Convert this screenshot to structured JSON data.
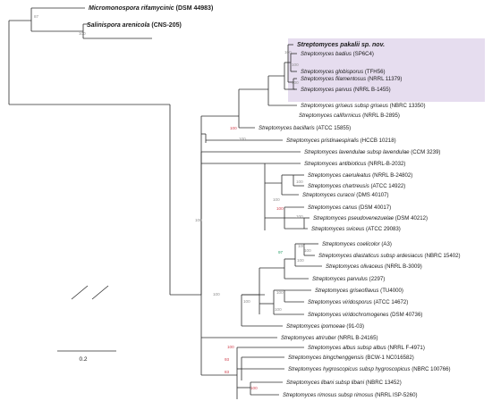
{
  "colors": {
    "branch": "#2b2b2b",
    "highlight": "#e6ddef",
    "outgroup_text": "#3a1f8c",
    "support_red": "#d0424f",
    "support_gray": "#8e8e8e",
    "support_green": "#2aa06a"
  },
  "outgroups": [
    {
      "id": "micromonospora",
      "genus": "Micromonospora",
      "species": "rifamycinic",
      "strain": "(DSM 44983)"
    },
    {
      "id": "salinispora",
      "genus": "Salinispora",
      "species": "arenicola",
      "strain": "(CNS-205)"
    }
  ],
  "taxa": [
    {
      "id": "t_pakalii",
      "genus": "Streptomyces",
      "species": "pakalii sp. nov.",
      "strain": "",
      "bold": true
    },
    {
      "id": "t_badius",
      "genus": "Streptomyces",
      "species": "badius",
      "strain": "(SP6C4)"
    },
    {
      "id": "t_globisporus",
      "genus": "Streptomyces",
      "species": "globisporus",
      "strain": "(TFH56)"
    },
    {
      "id": "t_filamentosus",
      "genus": "Streptomyces",
      "species": "filamentosus",
      "strain": "(NRRL 11379)"
    },
    {
      "id": "t_parvus",
      "genus": "Streptomyces",
      "species": "parvus",
      "strain": "(NRRL B-1455)"
    },
    {
      "id": "t_griseus",
      "genus": "Streptomyces",
      "species": "griseus subsp griseus",
      "strain": "(NBRC 13350)"
    },
    {
      "id": "t_californicus",
      "genus": "Streptomyces",
      "species": "californicus",
      "strain": "(NRRL B-2895)"
    },
    {
      "id": "t_bacillaris",
      "genus": "Streptomyces",
      "species": "bacillaris",
      "strain": "(ATCC 15855)"
    },
    {
      "id": "t_pristinaespiralis",
      "genus": "Streptomyces",
      "species": "pristinaespiralis",
      "strain": "(HCCB 10218)"
    },
    {
      "id": "t_lavendulae",
      "genus": "Streptomyces",
      "species": "lavendulae subsp lavendulae",
      "strain": "(CCM 3239)"
    },
    {
      "id": "t_antibioticus",
      "genus": "Streptomyces",
      "species": "antibioticus",
      "strain": "(NRRL-B-2032)"
    },
    {
      "id": "t_caeruleatus",
      "genus": "Streptomyces",
      "species": "caeruleatus",
      "strain": "(NRRL B-24802)"
    },
    {
      "id": "t_chartreusis",
      "genus": "Streptomyces",
      "species": "chartreusis",
      "strain": "(ATCC 14922)"
    },
    {
      "id": "t_curacoi",
      "genus": "Streptomyces",
      "species": "curacoi",
      "strain": "(DMS 40107)"
    },
    {
      "id": "t_canus",
      "genus": "Streptomyces",
      "species": "canus",
      "strain": "(DSM 40017)"
    },
    {
      "id": "t_pseudovenezuelae",
      "genus": "Streptomyces",
      "species": "pseudovenezuelae",
      "strain": "(DSM 40212)"
    },
    {
      "id": "t_sviceus",
      "genus": "Streptomyces",
      "species": "sviceus",
      "strain": "(ATCC 29083)"
    },
    {
      "id": "t_coelicolor",
      "genus": "Streptomyces",
      "species": "coelicolor",
      "strain": "(A3)"
    },
    {
      "id": "t_diastaticus",
      "genus": "Streptomyces",
      "species": "diastaticus subsp ardesiacus",
      "strain": "(NBRC 15402)"
    },
    {
      "id": "t_olivaceus",
      "genus": "Streptomyces",
      "species": "olivaceus",
      "strain": "(NRRL B-3009)"
    },
    {
      "id": "t_parvulus",
      "genus": "Streptomyces",
      "species": "parvulus",
      "strain": "(2297)"
    },
    {
      "id": "t_griseoflavus",
      "genus": "Streptomyces",
      "species": "griseoflavus",
      "strain": "(TU4000)"
    },
    {
      "id": "t_viridosporus",
      "genus": "Streptomyces",
      "species": "viridosporus",
      "strain": "(ATCC 14672)"
    },
    {
      "id": "t_viridochromogenes",
      "genus": "Streptomyces",
      "species": "viridochromogenes",
      "strain": "(DSM 40736)"
    },
    {
      "id": "t_ipomoeae",
      "genus": "Streptomyces",
      "species": "ipomoeae",
      "strain": "(91-03)"
    },
    {
      "id": "t_atriruber",
      "genus": "Streptomyces",
      "species": "atriruber",
      "strain": "(NRRL B-24165)"
    },
    {
      "id": "t_albus",
      "genus": "Streptomyces",
      "species": "albus subsp albus",
      "strain": "(NRRL F-4971)"
    },
    {
      "id": "t_bingchenggensis",
      "genus": "Streptomyces",
      "species": "bingchenggensis",
      "strain": "(BCW-1 NC016582)"
    },
    {
      "id": "t_hygroscopicus",
      "genus": "Streptomyces",
      "species": "hygroscopicus subsp hygroscopicus",
      "strain": "(NBRC 100766)"
    },
    {
      "id": "t_libani",
      "genus": "Streptomyces",
      "species": "libani subsp libani",
      "strain": "(NBRC 13452)"
    },
    {
      "id": "t_rimosus",
      "genus": "Streptomyces",
      "species": "rimosus subsp rimosus",
      "strain": "(NRRL ISP-5260)"
    }
  ],
  "support": [
    {
      "id": "s_out_micro",
      "value": "87",
      "color": "gray"
    },
    {
      "id": "s_out_sal",
      "value": "100",
      "color": "gray"
    },
    {
      "id": "s_pak_top",
      "value": "100",
      "color": "gray"
    },
    {
      "id": "s_badius_glob",
      "value": "100",
      "color": "gray"
    },
    {
      "id": "s_filament",
      "value": "100",
      "color": "gray"
    },
    {
      "id": "s_bacillaris",
      "value": "100",
      "color": "red"
    },
    {
      "id": "s_pristin",
      "value": "100",
      "color": "gray"
    },
    {
      "id": "s_main",
      "value": "100",
      "color": "gray"
    },
    {
      "id": "s_caeru_chart",
      "value": "100",
      "color": "gray"
    },
    {
      "id": "s_canus",
      "value": "100",
      "color": "gray"
    },
    {
      "id": "s_clade_c",
      "value": "100",
      "color": "red"
    },
    {
      "id": "s_pseudo",
      "value": "100",
      "color": "gray"
    },
    {
      "id": "s_coel_diast",
      "value": "100",
      "color": "gray"
    },
    {
      "id": "s_coelicolor",
      "value": "100",
      "color": "gray"
    },
    {
      "id": "s_diast_oliv",
      "value": "100",
      "color": "gray"
    },
    {
      "id": "s_green",
      "value": "97",
      "color": "green"
    },
    {
      "id": "s_grisv",
      "value": "100",
      "color": "gray"
    },
    {
      "id": "s_viridochrom",
      "value": "100",
      "color": "gray"
    },
    {
      "id": "s_big",
      "value": "100",
      "color": "gray"
    },
    {
      "id": "s_big2",
      "value": "100",
      "color": "gray"
    },
    {
      "id": "s_bing",
      "value": "93",
      "color": "red"
    },
    {
      "id": "s_hygro",
      "value": "83",
      "color": "red"
    },
    {
      "id": "s_libani",
      "value": "100",
      "color": "red"
    },
    {
      "id": "s_albus_grp",
      "value": "100",
      "color": "red"
    }
  ],
  "scale_bar": {
    "label": "0.2"
  }
}
